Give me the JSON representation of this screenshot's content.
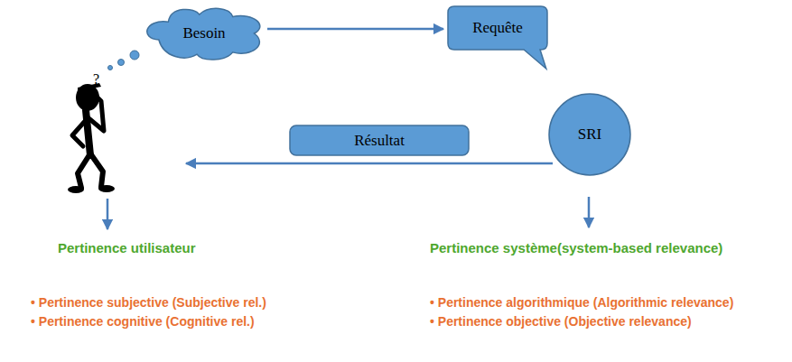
{
  "diagram": {
    "nodes": [
      {
        "text": [
          "Besoin"
        ]
      },
      {
        "text": [
          "Requête"
        ]
      },
      {
        "text": [
          "SRI"
        ]
      },
      {
        "text": [
          "Résultat"
        ]
      }
    ],
    "edges": [
      {
        "from": 0,
        "to": 1,
        "arrow": "to"
      }
    ],
    "labels": [
      "?",
      "Pertinence utilisateur",
      "Pertinence système(system-based relevance)",
      "• Pertinence subjective (Subjective rel.)",
      "• Pertinence cognitive (Cognitive rel.)",
      "• Pertinence algorithmique (Algorithmic relevance)",
      "• Pertinence objective (Objective relevance)"
    ]
  }
}
